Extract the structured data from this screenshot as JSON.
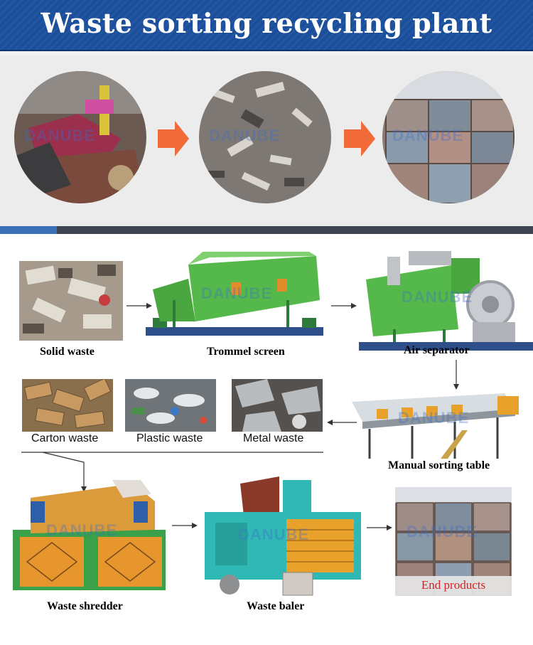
{
  "banner": {
    "title": "Waste sorting recycling plant",
    "background_color": "#1b4f9c"
  },
  "accent_colors": {
    "arrow": "#f06a3a",
    "bar_blue": "#3b6fb6",
    "bar_dark": "#3e4550"
  },
  "watermark": "DANUBE",
  "flow": {
    "solid_waste": "Solid waste",
    "trommel_screen": "Trommel screen",
    "air_separator": "Air separator",
    "manual_sorting_table": "Manual sorting table",
    "carton_waste": "Carton waste",
    "plastic_waste": "Plastic waste",
    "metal_waste": "Metal waste",
    "waste_shredder": "Waste shredder",
    "waste_baler": "Waste baler",
    "end_products": "End products"
  }
}
